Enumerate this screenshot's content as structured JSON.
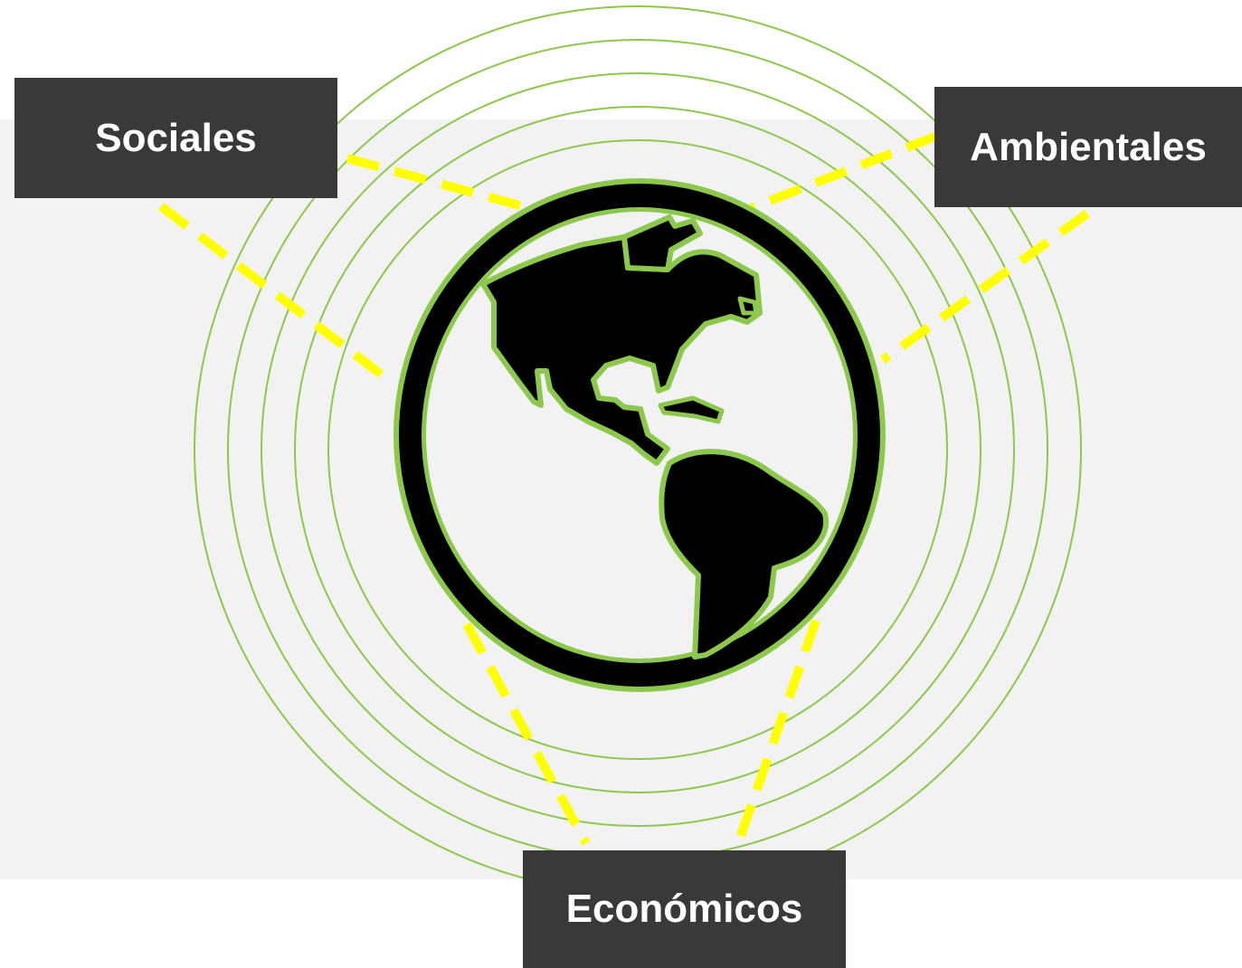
{
  "labels": {
    "social": "Sociales",
    "environmental": "Ambientales",
    "economic": "Económicos"
  },
  "colors": {
    "background_band": "#f2f2f2",
    "ring_stroke": "#8cc84b",
    "connector_dash": "#ffff00",
    "label_box": "#3b3938",
    "label_text": "#ffffff",
    "globe_fill": "#000000",
    "globe_outline": "#8cc84b"
  },
  "icons": {
    "center": "globe-americas-icon"
  }
}
